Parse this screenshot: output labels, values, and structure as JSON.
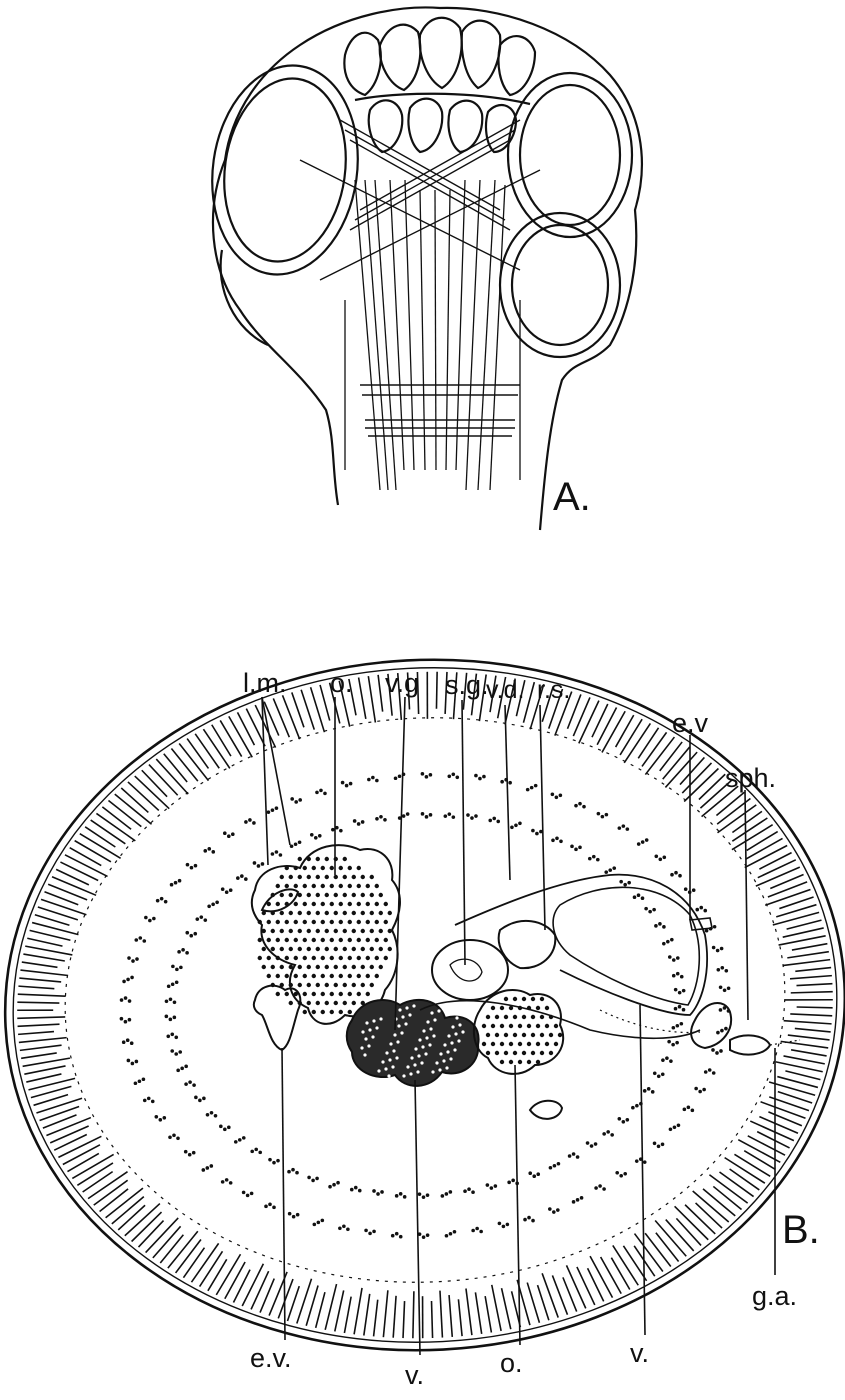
{
  "figure_a": {
    "panel_label": "A."
  },
  "figure_b": {
    "panel_label": "B.",
    "labels": {
      "lm": "l.m.",
      "o_top": "o.",
      "vg": "v.g",
      "sg": "s.g.",
      "vd": "v.d.",
      "rs": "r.s.",
      "ev_top": "e.v",
      "sph": "sph.",
      "ga": "g.a.",
      "v_right": "v.",
      "ev_bottom": "e.v.",
      "v_bottom": "v.",
      "o_bottom": "o."
    }
  },
  "colors": {
    "ink": "#111111",
    "paper": "#ffffff"
  }
}
